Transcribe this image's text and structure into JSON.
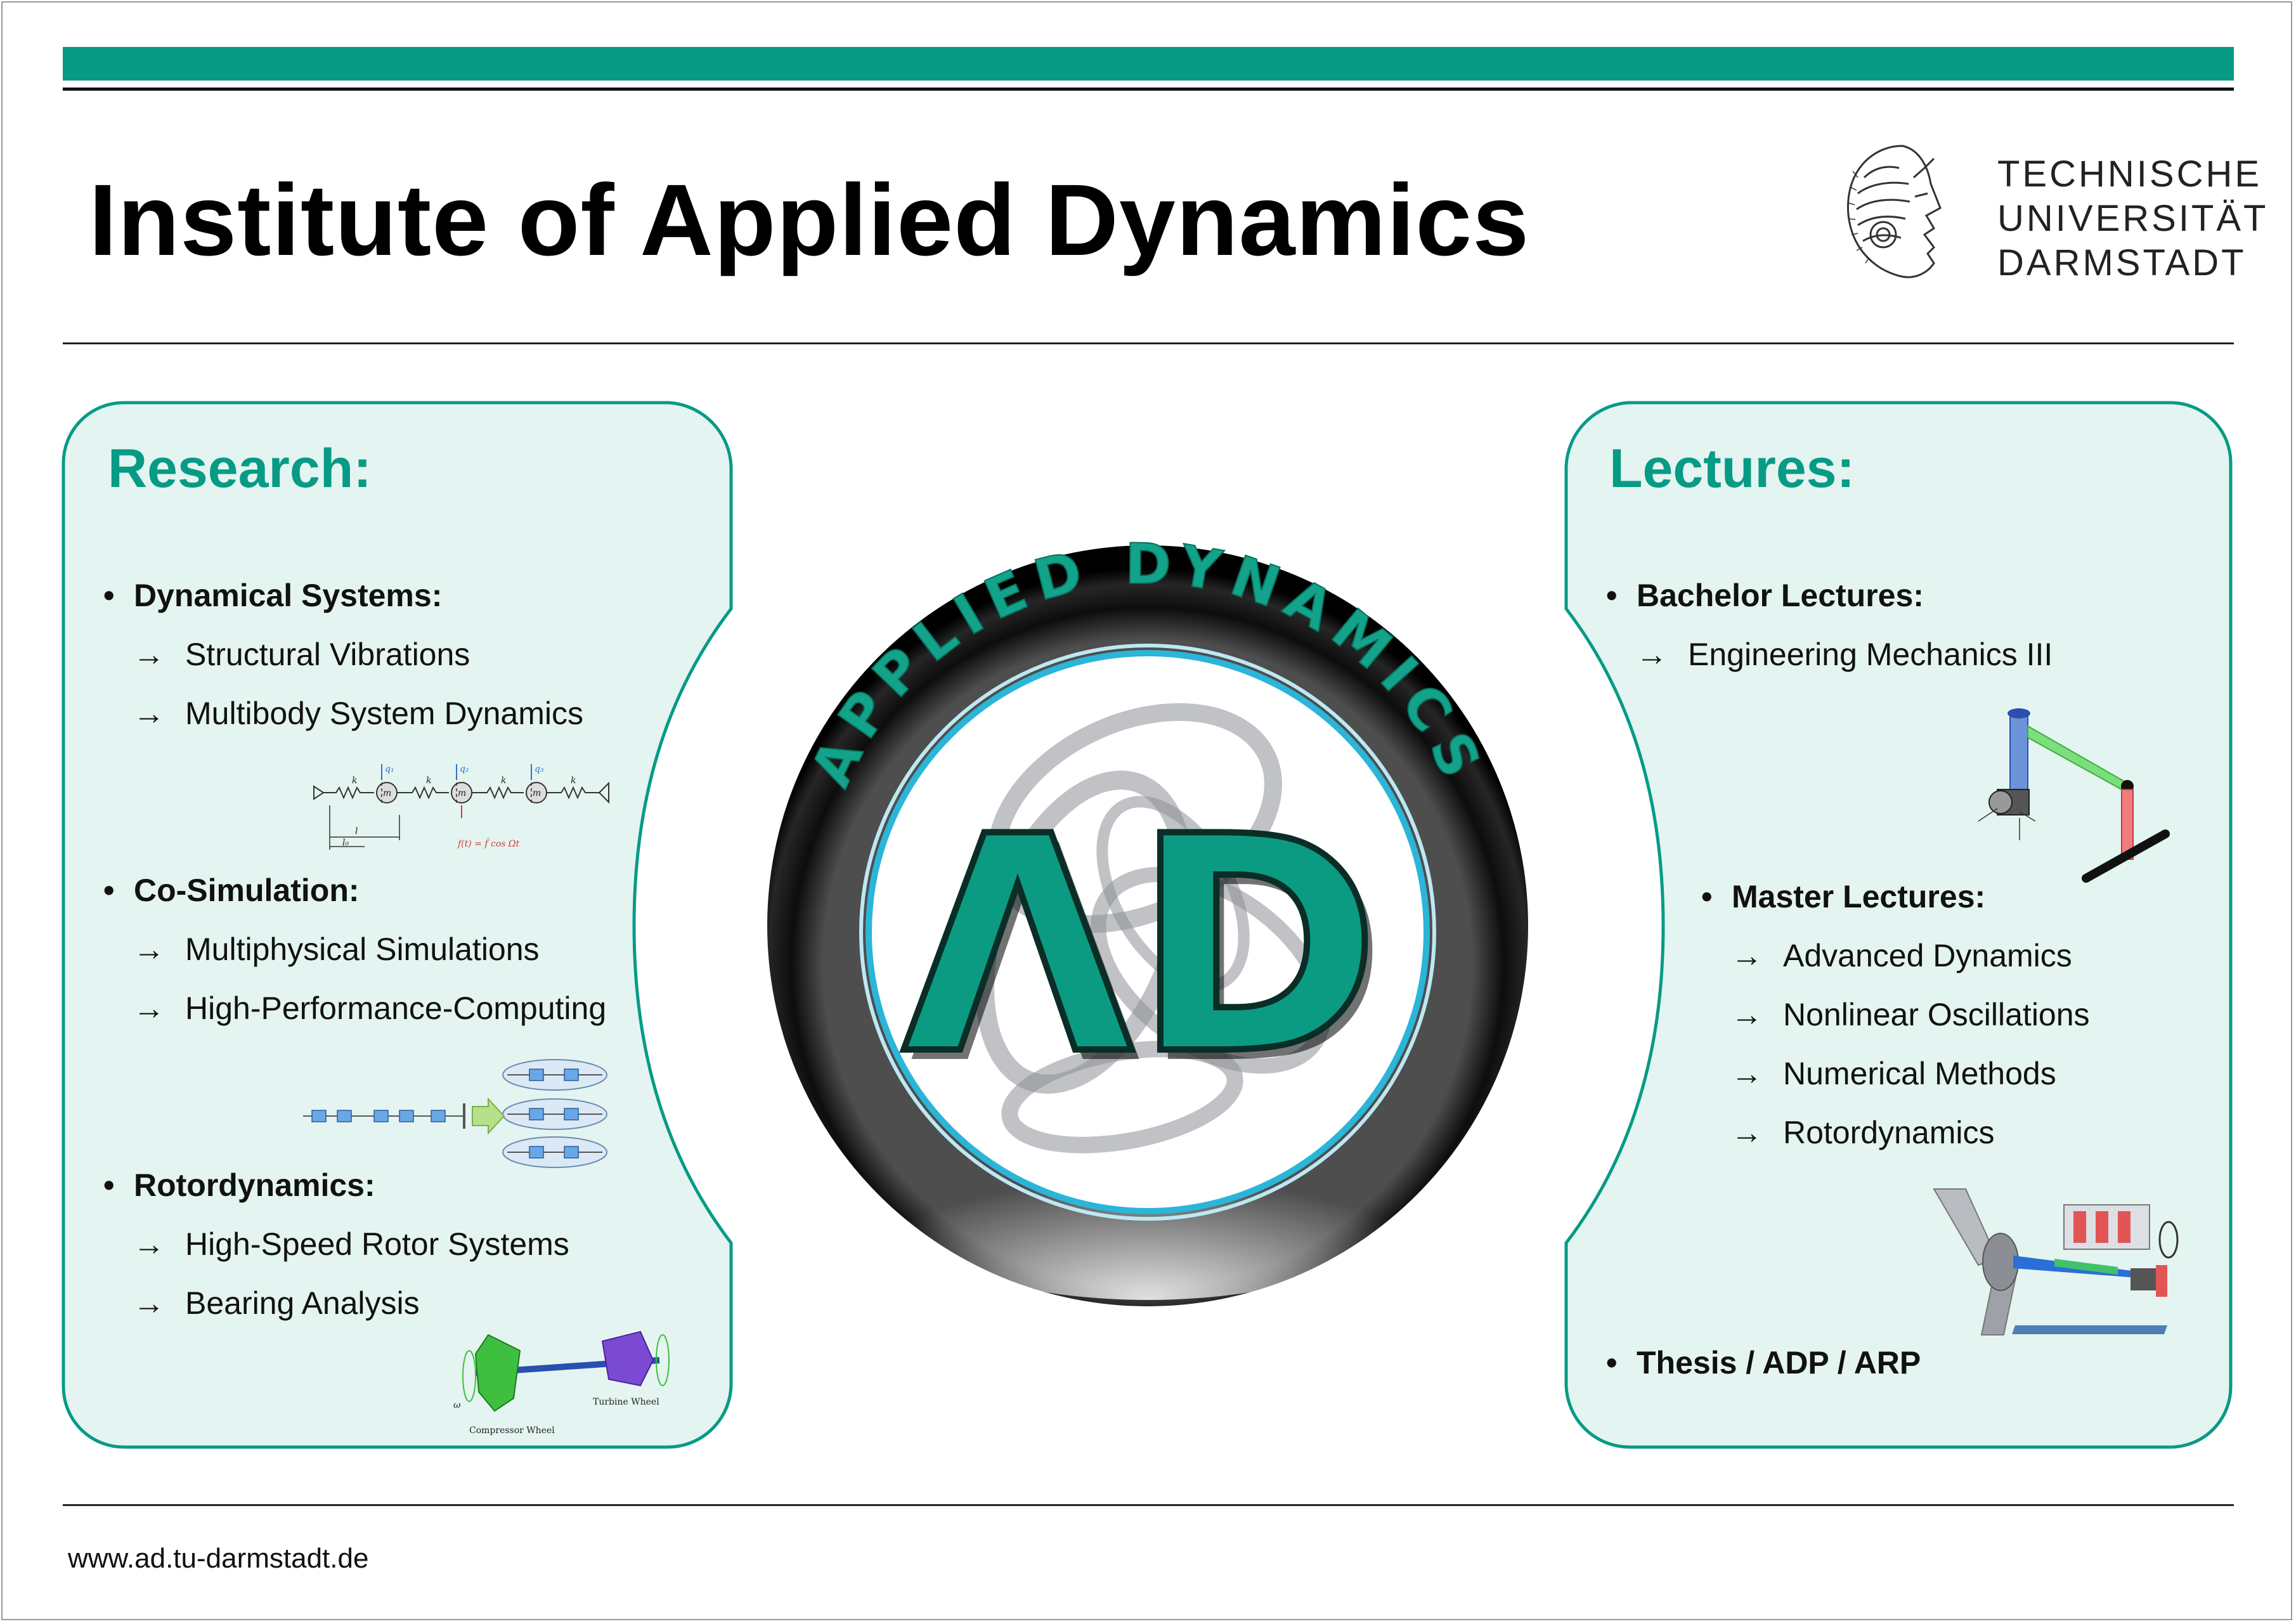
{
  "header": {
    "title": "Institute of Applied Dynamics",
    "university_lines": [
      "TECHNISCHE",
      "UNIVERSITÄT",
      "DARMSTADT"
    ],
    "logo_icon": "athena-head-logo-icon"
  },
  "research": {
    "title": "Research:",
    "sections": [
      {
        "heading": "Dynamical Systems:",
        "subs": [
          "Structural Vibrations",
          "Multibody System Dynamics"
        ]
      },
      {
        "heading": "Co-Simulation:",
        "subs": [
          "Multiphysical Simulations",
          "High-Performance-Computing"
        ]
      },
      {
        "heading": "Rotordynamics:",
        "subs": [
          "High-Speed Rotor Systems",
          "Bearing Analysis"
        ]
      }
    ],
    "oscillator_labels": {
      "mass": "m",
      "spring": "k",
      "q1": "q₁",
      "q2": "q₂",
      "q3": "q₃",
      "l": "l",
      "l0": "l₀",
      "force": "f(t) = f̂ cos Ωt"
    },
    "rotor_labels": {
      "compressor": "Compressor Wheel",
      "turbine": "Turbine Wheel",
      "omega": "ω"
    }
  },
  "lectures": {
    "title": "Lectures:",
    "bachelor": {
      "heading": "Bachelor Lectures:",
      "subs": [
        "Engineering Mechanics III"
      ]
    },
    "master": {
      "heading": "Master Lectures:",
      "subs": [
        "Advanced Dynamics",
        "Nonlinear Oscillations",
        "Numerical Methods",
        "Rotordynamics"
      ]
    },
    "thesis": "Thesis / ADP / ARP"
  },
  "emblem": {
    "arc_text": "APPLIED DYNAMICS",
    "monogram": "ΛD"
  },
  "footer": {
    "url": "www.ad.tu-darmstadt.de"
  },
  "colors": {
    "accent": "#079b85",
    "panel_bg": "#e4f4f1",
    "text": "#111111"
  }
}
